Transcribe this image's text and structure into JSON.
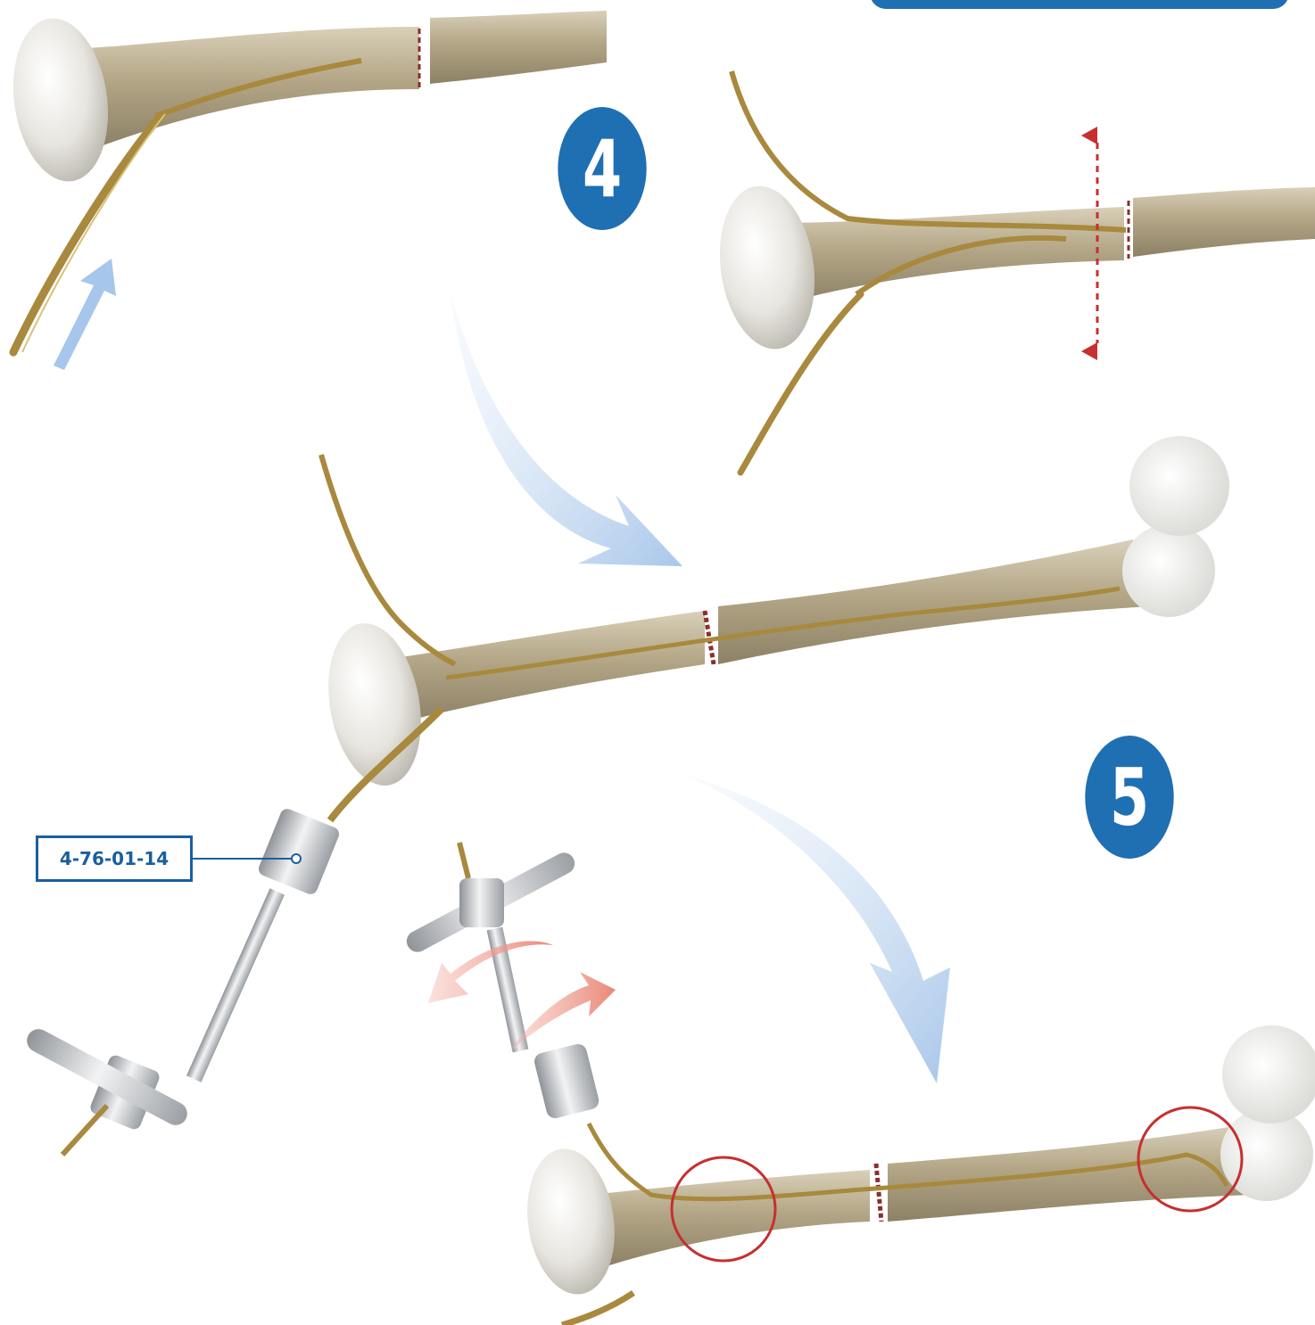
{
  "steps": {
    "step4": "4",
    "step5": "5"
  },
  "instrument_label": {
    "text": "4-76-01-14"
  },
  "colors": {
    "badge_blue": "#1f6fb3",
    "label_blue": "#1a5f9e",
    "bone_shaft": "#b8ab8e",
    "bone_head": "#ecebe6",
    "nail_gold": "#a8893d",
    "fracture_red": "#8a2e2e",
    "marker_red": "#c62f2f",
    "arrow_blue_light": "#9fc3ea",
    "arrow_red_light": "#ef9a8c",
    "steel": "#c9ccd0"
  },
  "icons": [
    "step-4-badge",
    "step-5-badge",
    "insertion-arrow-icon",
    "rotation-arrow-icon",
    "transition-arrow-icon",
    "measurement-line-icon",
    "highlight-circle-icon"
  ]
}
